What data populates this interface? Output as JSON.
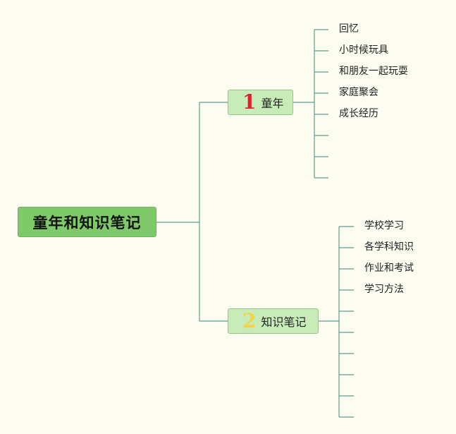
{
  "root": {
    "label": "童年和知识笔记"
  },
  "branches": [
    {
      "number": "1",
      "label": "童年",
      "number_color": "#d8232a",
      "children": [
        "回忆",
        "小时候玩具",
        "和朋友一起玩耍",
        "家庭聚会",
        "成长经历",
        "",
        "",
        ""
      ]
    },
    {
      "number": "2",
      "label": "知识笔记",
      "number_color": "#f3d34a",
      "children": [
        "学校学习",
        "各学科知识",
        "作业和考试",
        "学习方法",
        "",
        "",
        "",
        "",
        "",
        ""
      ]
    }
  ],
  "colors": {
    "background": "#fdfcf1",
    "connector": "#5f9b8e",
    "root_fill": "#80c96a",
    "branch_fill": "#c8ecb8"
  }
}
